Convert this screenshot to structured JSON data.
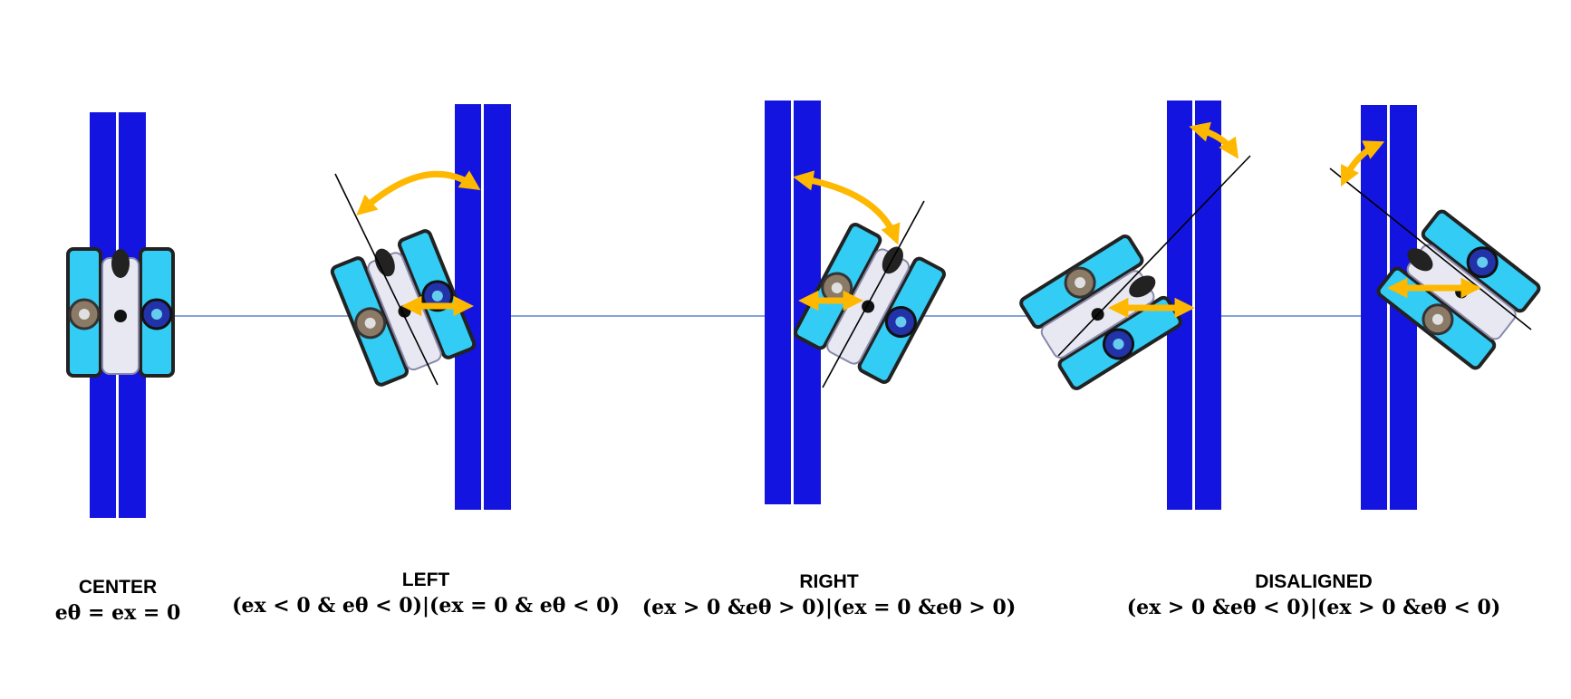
{
  "colors": {
    "track": "#1414e0",
    "track_stripe": "#ffffff",
    "pontoon": "#33ccf4",
    "pontoon_edge": "#222222",
    "hull": "#e8e8f2",
    "arrow": "#ffb800",
    "center_line": "#3f6fbf",
    "axis_line": "#000000"
  },
  "panels": [
    {
      "id": "center",
      "title": "CENTER",
      "equation": "eθ = ex = 0"
    },
    {
      "id": "left",
      "title": "LEFT",
      "equation": "(ex < 0 & eθ < 0)|(ex = 0 & eθ < 0)"
    },
    {
      "id": "right",
      "title": "RIGHT",
      "equation": "(ex > 0 &eθ > 0)|(ex = 0 &eθ > 0)"
    },
    {
      "id": "disaligned",
      "title": "DISALIGNED",
      "equation": "(ex > 0 &eθ < 0)|(ex > 0 &eθ < 0)"
    }
  ]
}
